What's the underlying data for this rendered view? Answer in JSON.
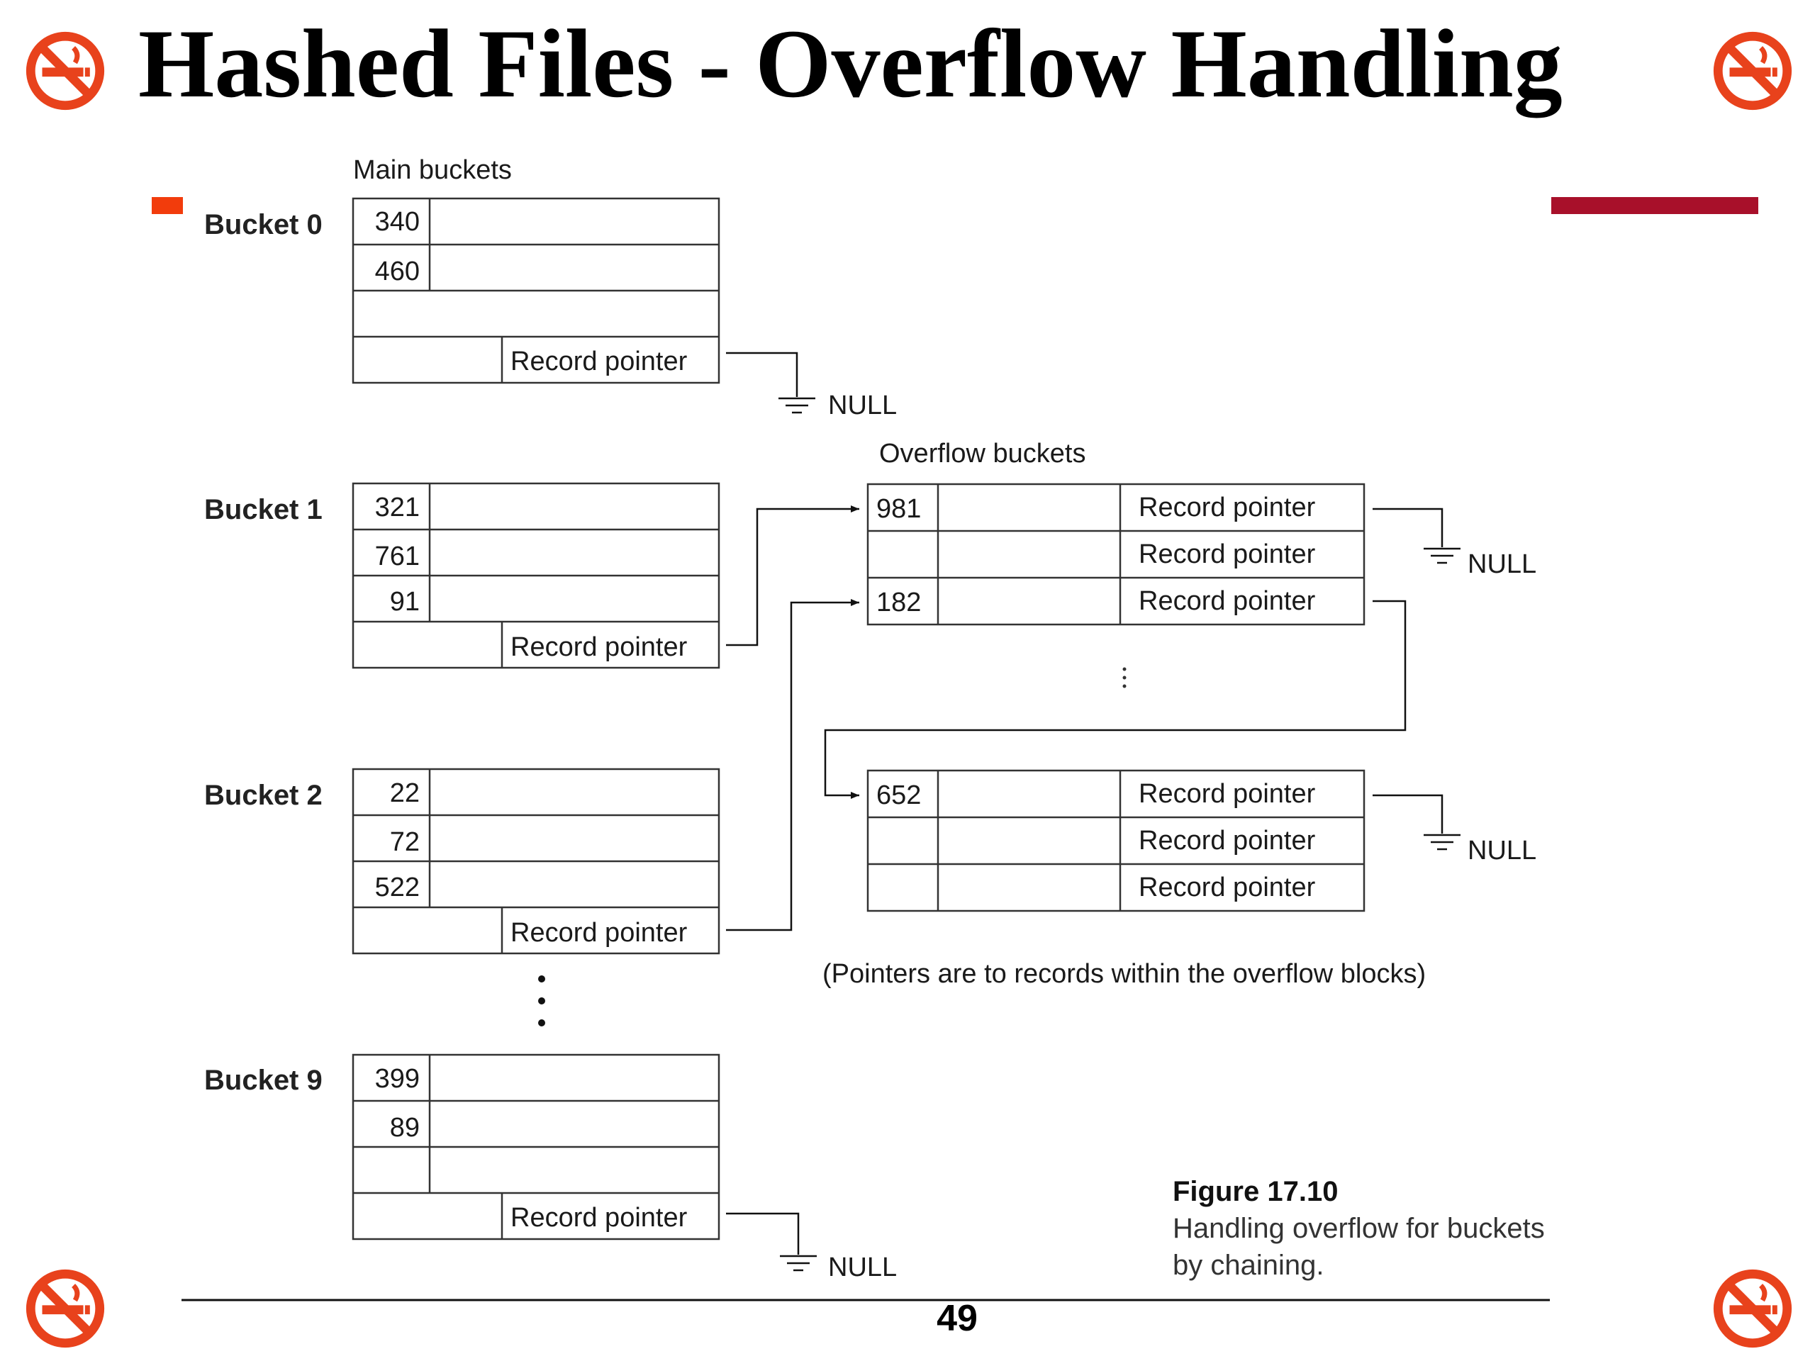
{
  "slide": {
    "title": "Hashed Files - Overflow Handling",
    "page_number": "49",
    "colors": {
      "logo": "#e8421c",
      "accent_bar": "#a8102a",
      "accent_square": "#f23c0c"
    }
  },
  "logo_icon": "no-smoking-icon",
  "diagram": {
    "main_header": "Main buckets",
    "overflow_header": "Overflow buckets",
    "null_label": "NULL",
    "record_pointer": "Record pointer",
    "note": "(Pointers are to records within the overflow blocks)",
    "figure_title": "Figure 17.10",
    "figure_caption_1": "Handling overflow for buckets",
    "figure_caption_2": "by chaining.",
    "buckets": [
      {
        "label": "Bucket 0",
        "keys": [
          "340",
          "460",
          ""
        ]
      },
      {
        "label": "Bucket 1",
        "keys": [
          "321",
          "761",
          "91"
        ]
      },
      {
        "label": "Bucket 2",
        "keys": [
          "22",
          "72",
          "522"
        ]
      },
      {
        "label": "Bucket 9",
        "keys": [
          "399",
          "89",
          ""
        ]
      }
    ],
    "overflow_blocks": [
      {
        "rows": [
          {
            "key": "981"
          },
          {
            "key": ""
          },
          {
            "key": "182"
          }
        ]
      },
      {
        "rows": [
          {
            "key": "652"
          },
          {
            "key": ""
          },
          {
            "key": ""
          }
        ]
      }
    ]
  }
}
